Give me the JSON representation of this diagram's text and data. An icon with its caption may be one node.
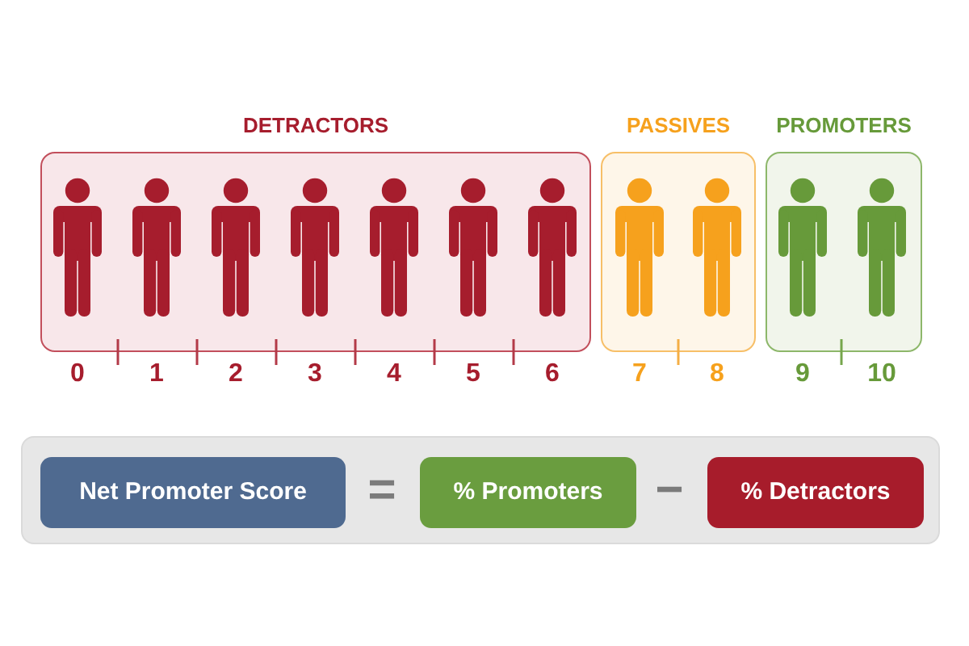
{
  "diagram": {
    "nodes": [
      {
        "text": [
          "DETRACTORS"
        ]
      },
      {
        "text": [
          "PASSIVES"
        ]
      },
      {
        "text": [
          "PROMOTERS"
        ]
      },
      {
        "text": [],
        "shape": "box"
      },
      {
        "text": [
          "Net Promoter Score"
        ],
        "in": 3
      },
      {
        "text": [
          "% Promoters"
        ],
        "in": 3
      },
      {
        "text": [
          "% Detractors"
        ],
        "in": 3
      }
    ],
    "labels": [
      "0",
      "1",
      "2",
      "3",
      "4",
      "5",
      "6",
      "7",
      "8",
      "9",
      "10",
      "=",
      "−"
    ]
  }
}
